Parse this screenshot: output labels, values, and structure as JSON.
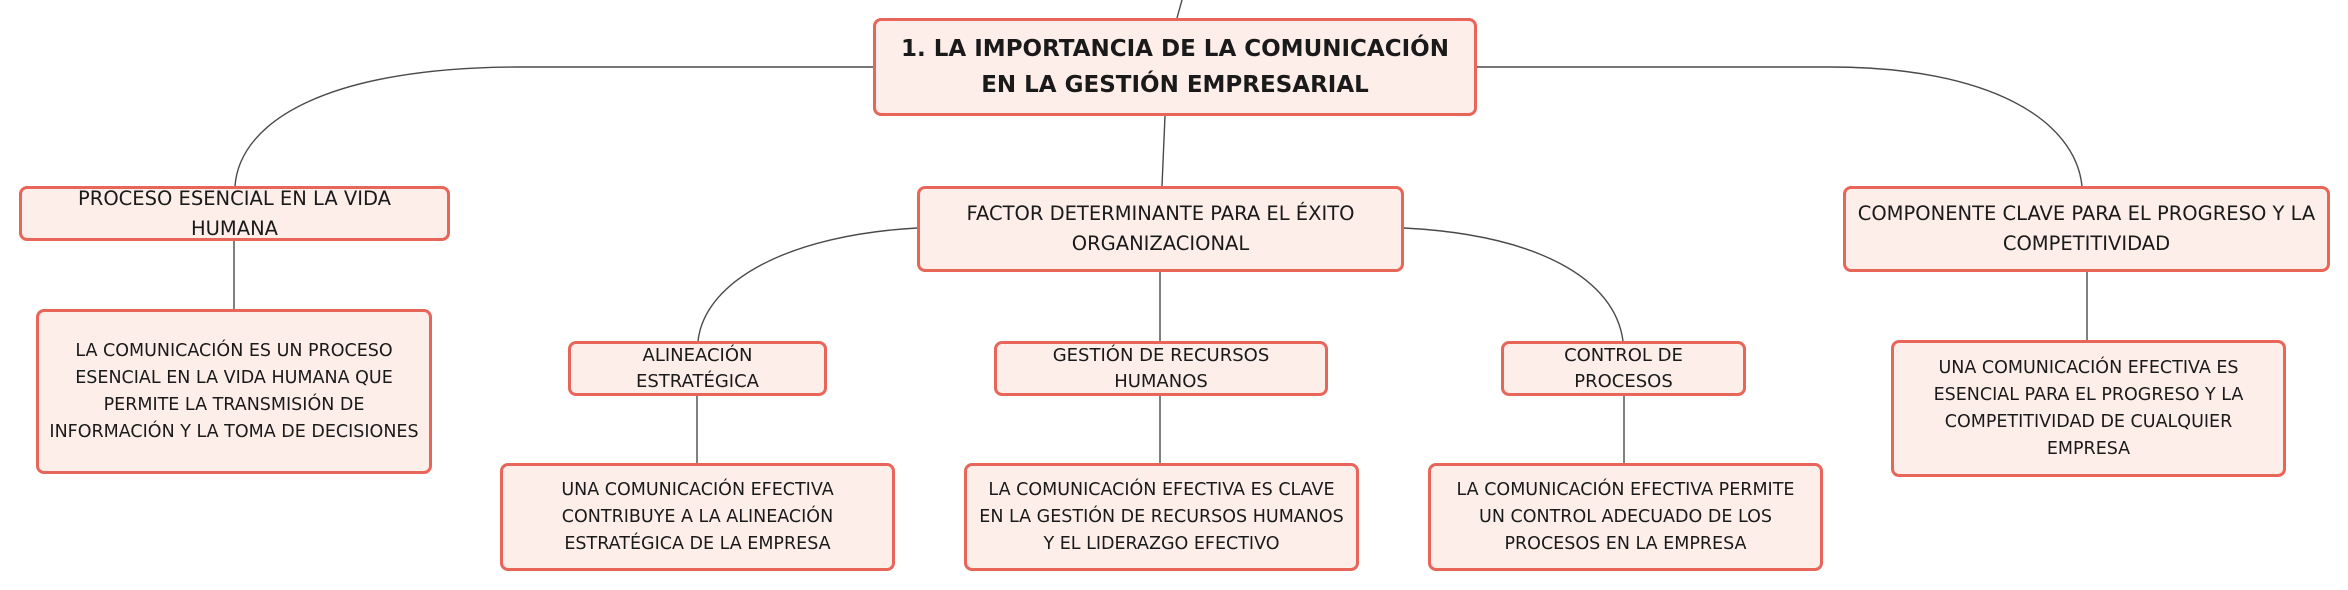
{
  "root": {
    "label": "1. LA IMPORTANCIA DE LA COMUNICACIÓN EN LA GESTIÓN EMPRESARIAL"
  },
  "branches": {
    "left": {
      "label": "PROCESO ESENCIAL EN LA VIDA HUMANA",
      "detail": "LA COMUNICACIÓN ES UN PROCESO ESENCIAL EN LA VIDA HUMANA QUE PERMITE LA TRANSMISIÓN DE INFORMACIÓN Y LA TOMA DE DECISIONES"
    },
    "center": {
      "label": "FACTOR DETERMINANTE PARA EL ÉXITO ORGANIZACIONAL",
      "children": {
        "alineacion": {
          "label": "ALINEACIÓN ESTRATÉGICA",
          "detail": "UNA COMUNICACIÓN EFECTIVA CONTRIBUYE A LA ALINEACIÓN ESTRATÉGICA DE LA EMPRESA"
        },
        "rrhh": {
          "label": "GESTIÓN DE RECURSOS HUMANOS",
          "detail": "LA COMUNICACIÓN EFECTIVA ES CLAVE EN LA GESTIÓN DE RECURSOS HUMANOS Y EL LIDERAZGO EFECTIVO"
        },
        "control": {
          "label": "CONTROL DE PROCESOS",
          "detail": "LA COMUNICACIÓN EFECTIVA PERMITE UN CONTROL ADECUADO DE LOS PROCESOS EN LA EMPRESA"
        }
      }
    },
    "right": {
      "label": "COMPONENTE CLAVE PARA EL PROGRESO Y LA COMPETITIVIDAD",
      "detail": "UNA COMUNICACIÓN EFECTIVA ES ESENCIAL PARA EL PROGRESO Y LA COMPETITIVIDAD DE CUALQUIER EMPRESA"
    }
  },
  "colors": {
    "node_fill": "#fdeee9",
    "node_border": "#e8655a",
    "connector": "#4a4a4a",
    "text": "#1a1a1a"
  }
}
